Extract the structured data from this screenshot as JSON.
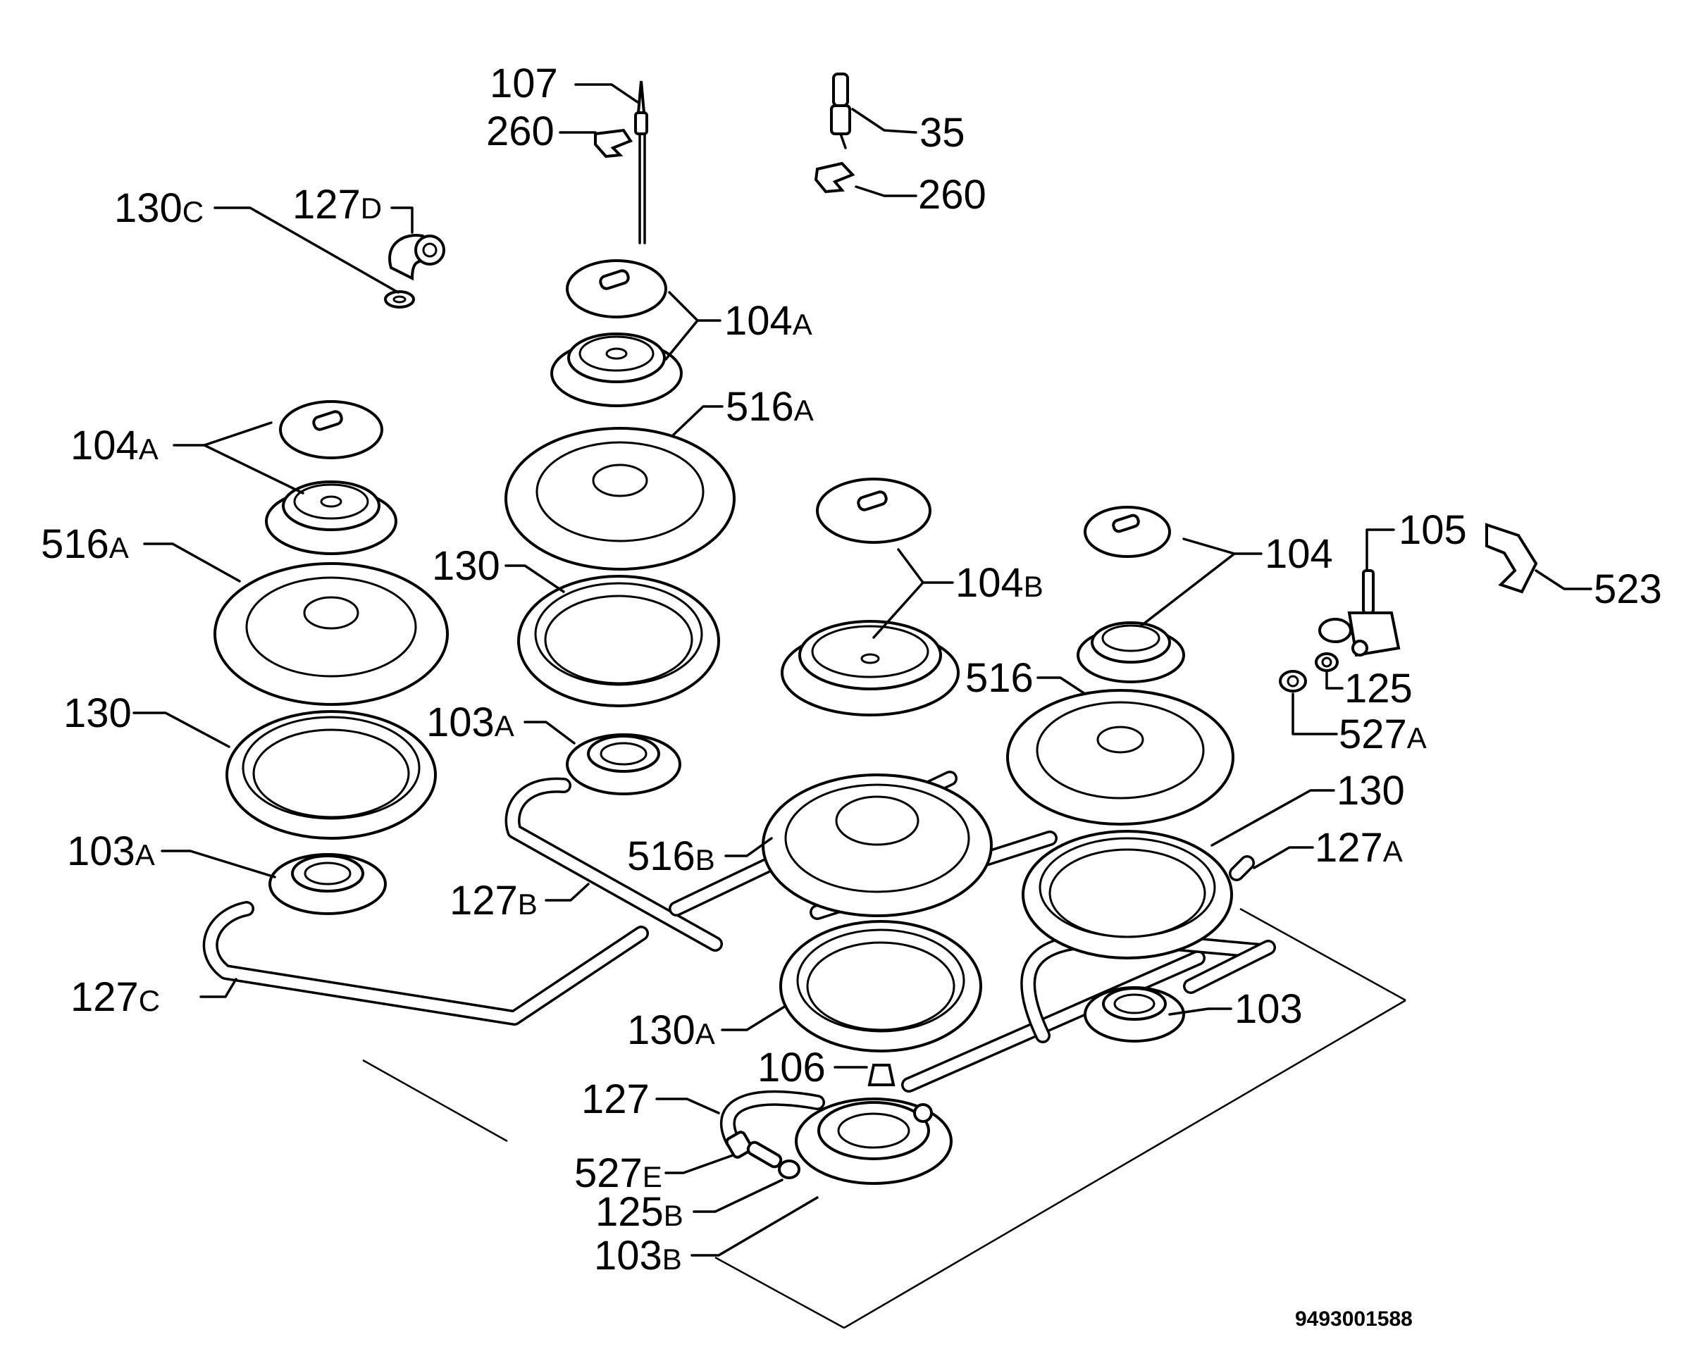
{
  "diagram": {
    "document_code": "9493001588",
    "callouts": [
      {
        "id": "107",
        "num": "107",
        "sfx": ""
      },
      {
        "id": "260-a",
        "num": "260",
        "sfx": ""
      },
      {
        "id": "35",
        "num": "35",
        "sfx": ""
      },
      {
        "id": "260-b",
        "num": "260",
        "sfx": ""
      },
      {
        "id": "130c",
        "num": "130",
        "sfx": "C"
      },
      {
        "id": "127d",
        "num": "127",
        "sfx": "D"
      },
      {
        "id": "104a-top",
        "num": "104",
        "sfx": "A"
      },
      {
        "id": "516a-mid",
        "num": "516",
        "sfx": "A"
      },
      {
        "id": "104a-left",
        "num": "104",
        "sfx": "A"
      },
      {
        "id": "516a-left",
        "num": "516",
        "sfx": "A"
      },
      {
        "id": "130-mid",
        "num": "130",
        "sfx": ""
      },
      {
        "id": "104b",
        "num": "104",
        "sfx": "B"
      },
      {
        "id": "104",
        "num": "104",
        "sfx": ""
      },
      {
        "id": "105",
        "num": "105",
        "sfx": ""
      },
      {
        "id": "523",
        "num": "523",
        "sfx": ""
      },
      {
        "id": "516",
        "num": "516",
        "sfx": ""
      },
      {
        "id": "125",
        "num": "125",
        "sfx": ""
      },
      {
        "id": "527a",
        "num": "527",
        "sfx": "A"
      },
      {
        "id": "130-left",
        "num": "130",
        "sfx": ""
      },
      {
        "id": "103a-mid",
        "num": "103",
        "sfx": "A"
      },
      {
        "id": "130-right",
        "num": "130",
        "sfx": ""
      },
      {
        "id": "127a",
        "num": "127",
        "sfx": "A"
      },
      {
        "id": "516b",
        "num": "516",
        "sfx": "B"
      },
      {
        "id": "103a-left",
        "num": "103",
        "sfx": "A"
      },
      {
        "id": "127b",
        "num": "127",
        "sfx": "B"
      },
      {
        "id": "127c",
        "num": "127",
        "sfx": "C"
      },
      {
        "id": "103",
        "num": "103",
        "sfx": ""
      },
      {
        "id": "130a",
        "num": "130",
        "sfx": "A"
      },
      {
        "id": "106",
        "num": "106",
        "sfx": ""
      },
      {
        "id": "127",
        "num": "127",
        "sfx": ""
      },
      {
        "id": "527e",
        "num": "527",
        "sfx": "E"
      },
      {
        "id": "125b",
        "num": "125",
        "sfx": "B"
      },
      {
        "id": "103b",
        "num": "103",
        "sfx": "B"
      }
    ]
  }
}
